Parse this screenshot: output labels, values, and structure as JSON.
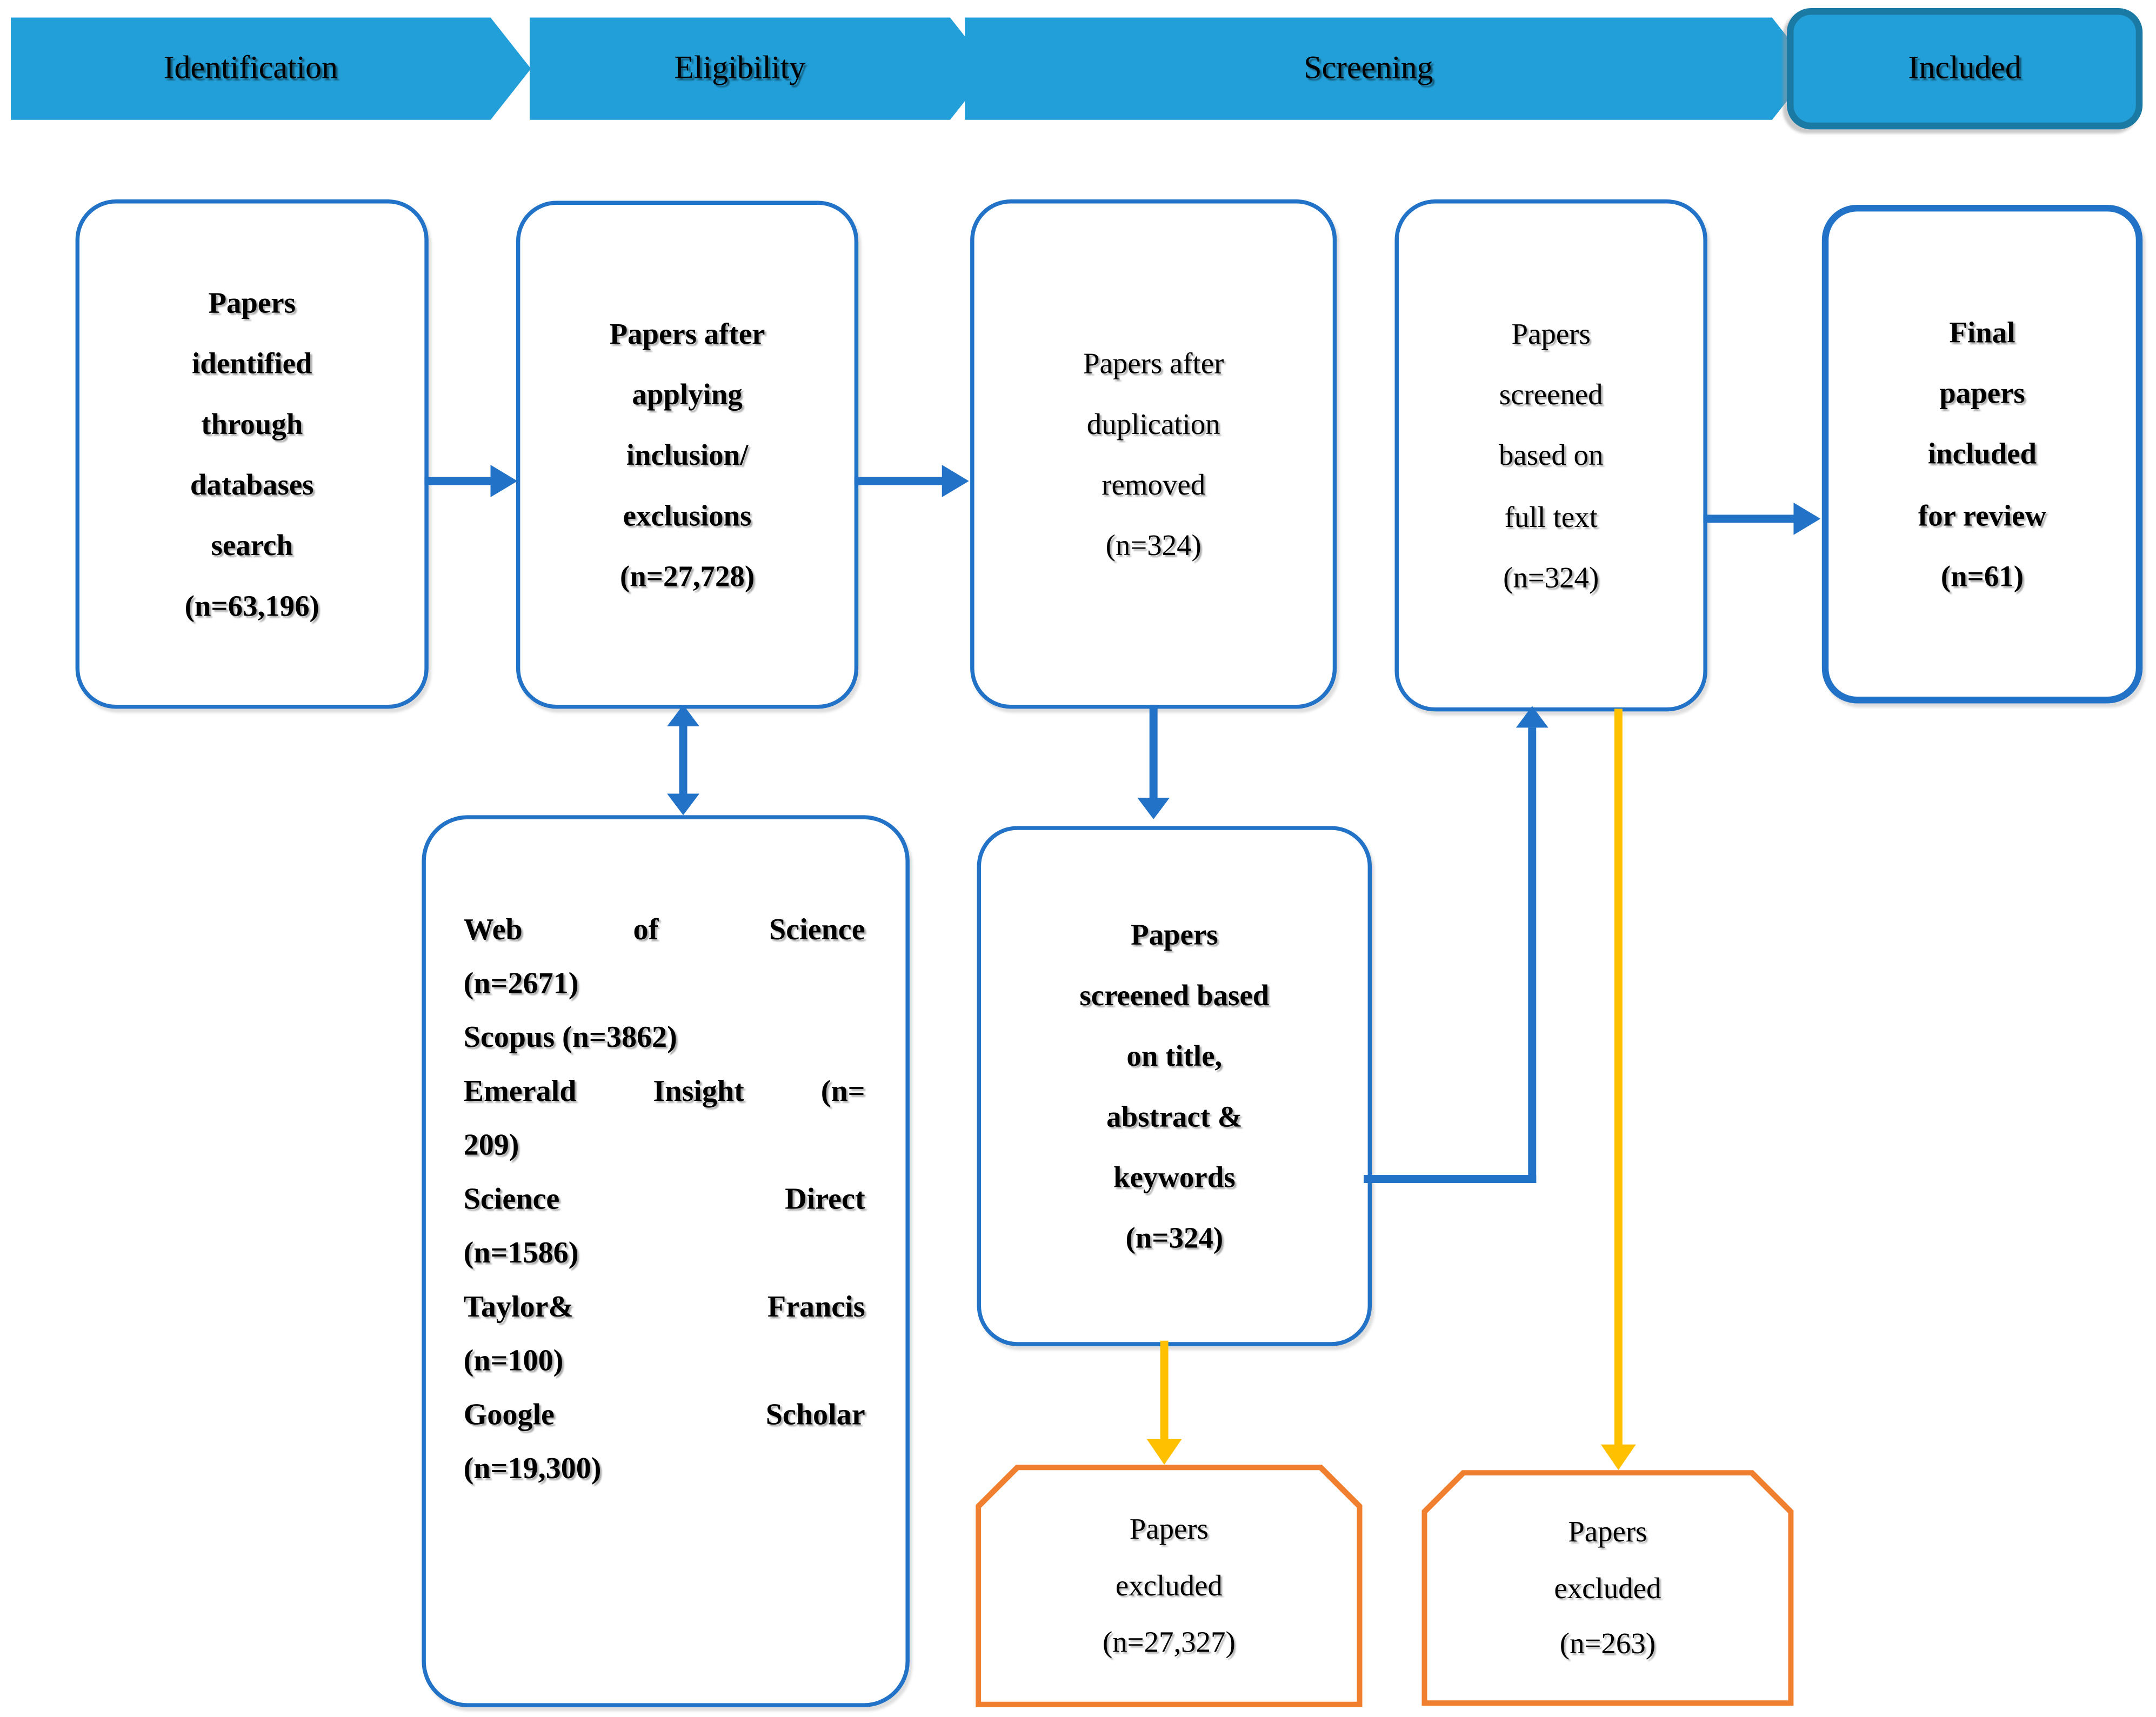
{
  "colors": {
    "banner_fill": "#229FD8",
    "included_border": "#1B7AA4",
    "box_border_blue": "#2273C7",
    "arrow_blue": "#2272C8",
    "arrow_yellow": "#FFC000",
    "orange_border": "#F08030",
    "text": "#000000"
  },
  "banners": {
    "identification": "Identification",
    "eligibility": "Eligibility",
    "screening": "Screening",
    "included": "Included"
  },
  "boxes": {
    "identified": {
      "lines": [
        "Papers",
        "identified",
        "through",
        "databases",
        "search",
        "(n=63,196)"
      ]
    },
    "inclusion": {
      "lines": [
        "Papers after",
        "applying",
        "inclusion/",
        "exclusions",
        "(n=27,728)"
      ]
    },
    "duplication": {
      "lines": [
        "Papers after",
        "duplication",
        "removed",
        "(n=324)"
      ]
    },
    "fulltext": {
      "lines": [
        "Papers",
        "screened",
        "based on",
        "full text",
        "(n=324)"
      ]
    },
    "final": {
      "lines": [
        "Final",
        "papers",
        "included",
        "for review",
        "(n=61)"
      ]
    },
    "title_screen": {
      "lines": [
        "Papers",
        "screened based",
        "on title,",
        "abstract &",
        "keywords",
        "(n=324)"
      ]
    },
    "excluded_title": {
      "lines": [
        "Papers",
        "excluded",
        "(n=27,327)"
      ]
    },
    "excluded_fulltext": {
      "lines": [
        "Papers",
        "excluded",
        "(n=263)"
      ]
    },
    "databases": {
      "lines": [
        {
          "text": "Web of Science",
          "justify": true
        },
        {
          "text": "(n=2671)",
          "justify": false
        },
        {
          "text": "Scopus (n=3862)",
          "justify": false
        },
        {
          "text": "Emerald Insight (n=",
          "justify": true
        },
        {
          "text": "209)",
          "justify": false
        },
        {
          "text": "Science Direct",
          "justify": true
        },
        {
          "text": "(n=1586)",
          "justify": false
        },
        {
          "text": "Taylor& Francis",
          "justify": true
        },
        {
          "text": "(n=100)",
          "justify": false
        },
        {
          "text": "Google Scholar",
          "justify": true
        },
        {
          "text": "(n=19,300)",
          "justify": false
        }
      ]
    }
  }
}
